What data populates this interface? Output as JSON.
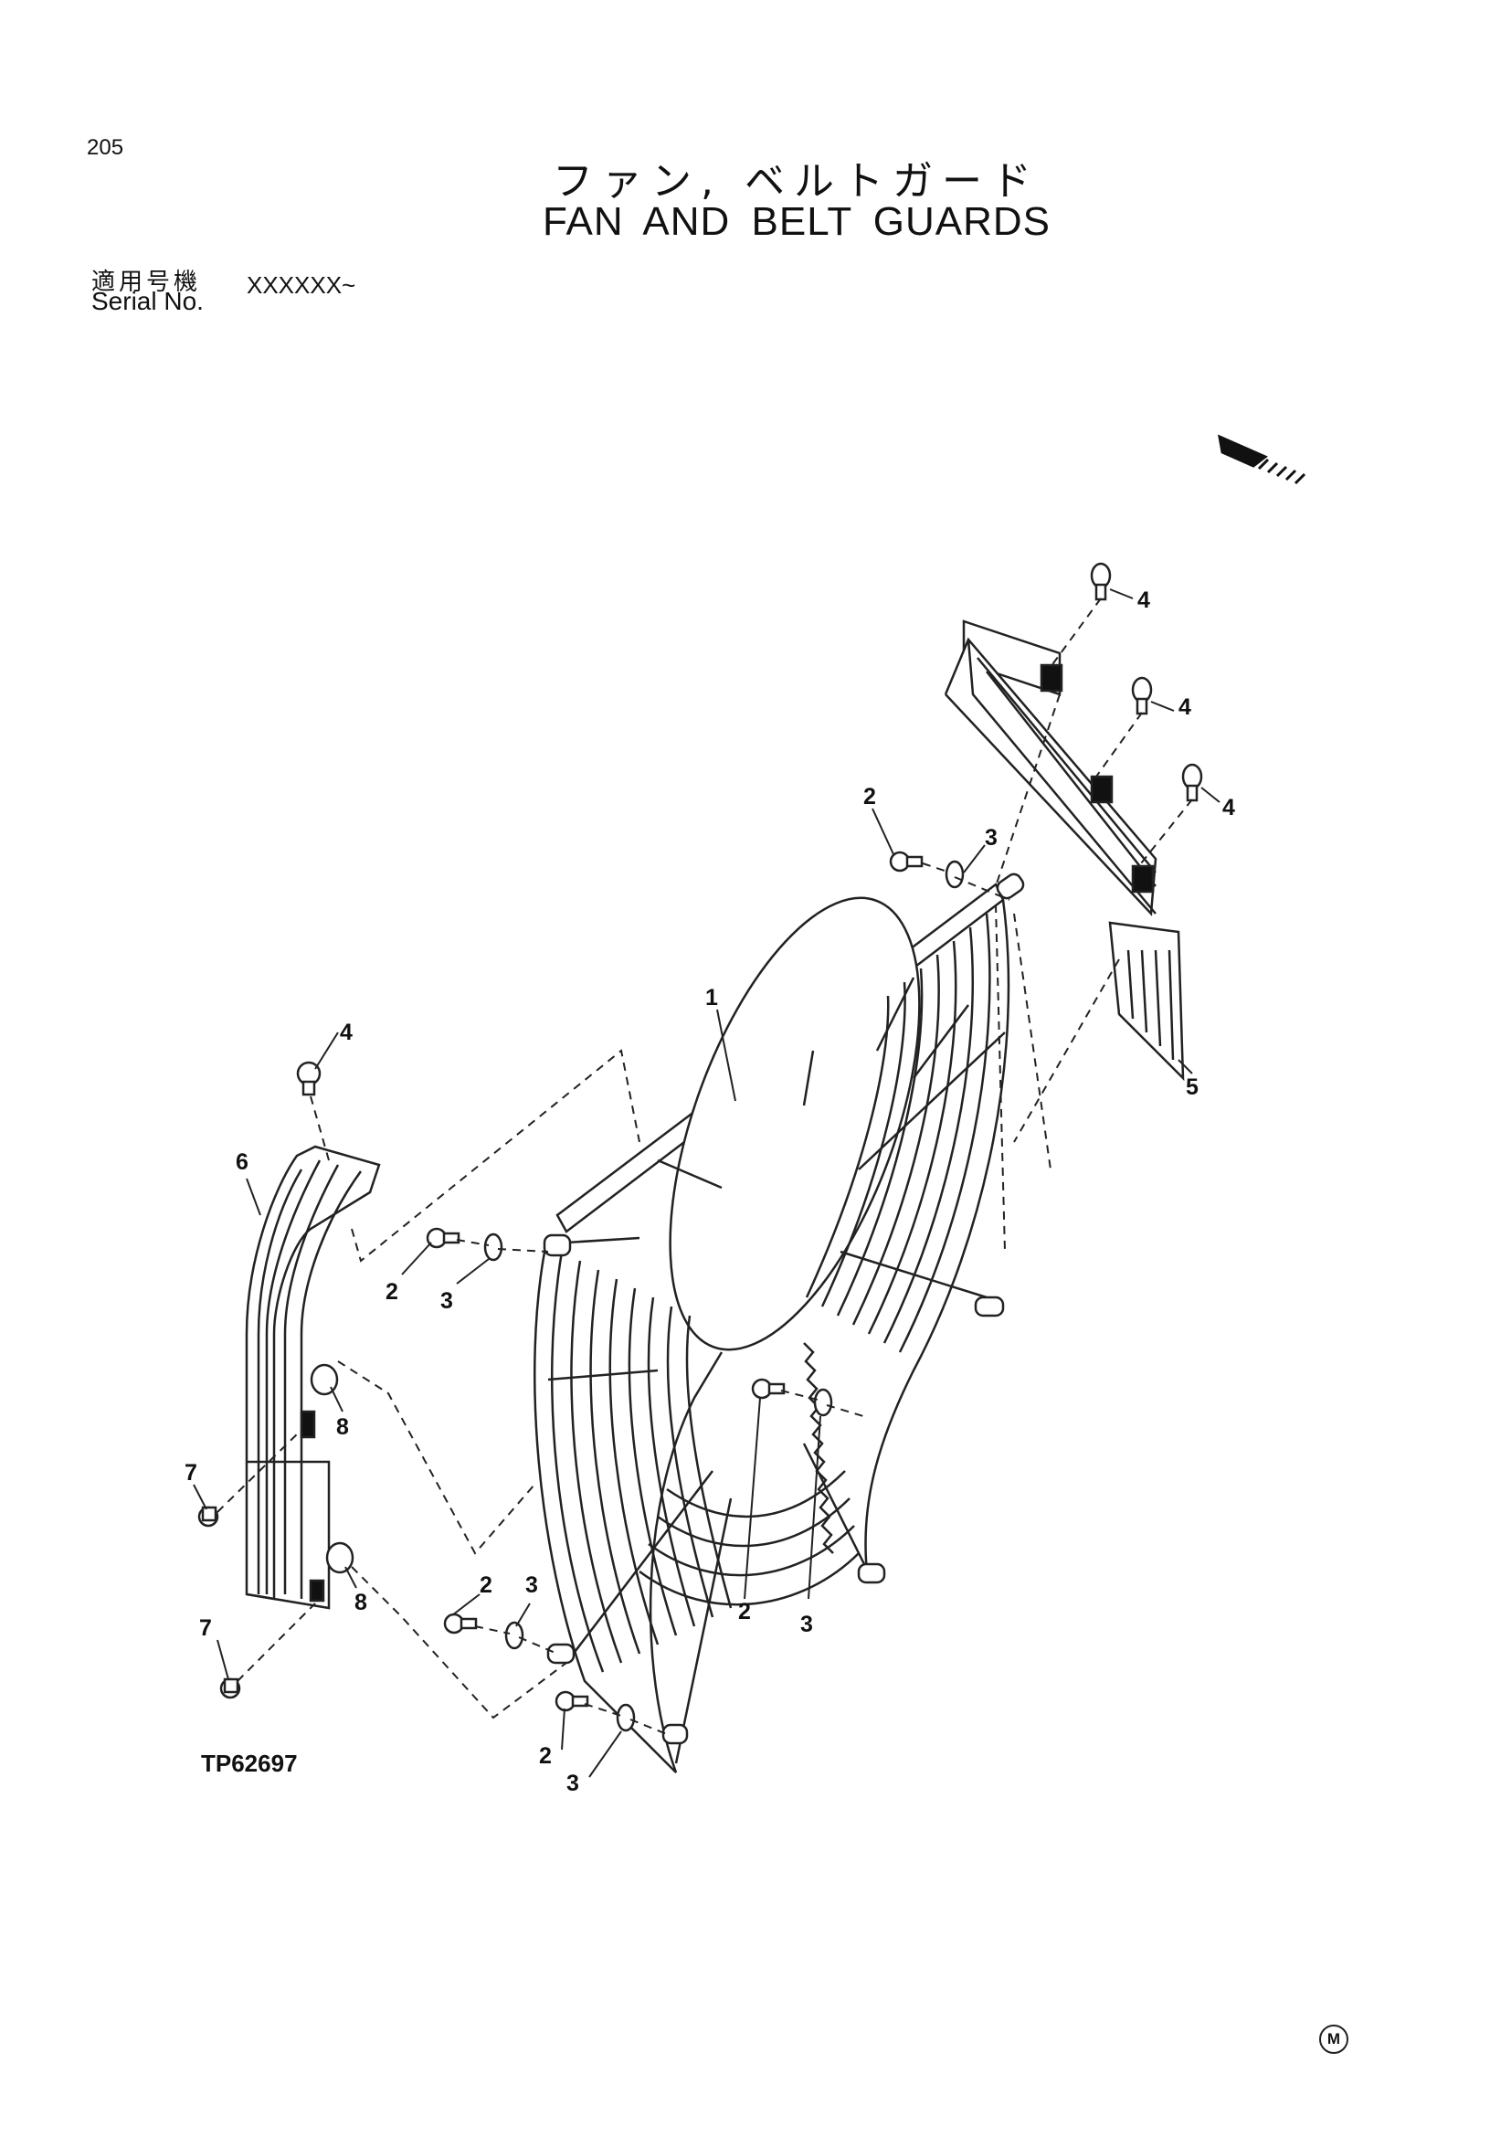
{
  "header": {
    "page_number": "205",
    "title_jp": "ファン, ベルトガード",
    "title_en": "FAN AND BELT GUARDS",
    "serial_label_jp": "適用号機",
    "serial_label_en": "Serial No.",
    "serial_value": "XXXXXX~"
  },
  "drawing": {
    "code": "TP62697",
    "callouts": [
      "1",
      "2",
      "3",
      "4",
      "5",
      "6",
      "7",
      "8"
    ]
  },
  "footer": {
    "mark": "M"
  },
  "icons": [
    "direction-arrow-icon"
  ]
}
